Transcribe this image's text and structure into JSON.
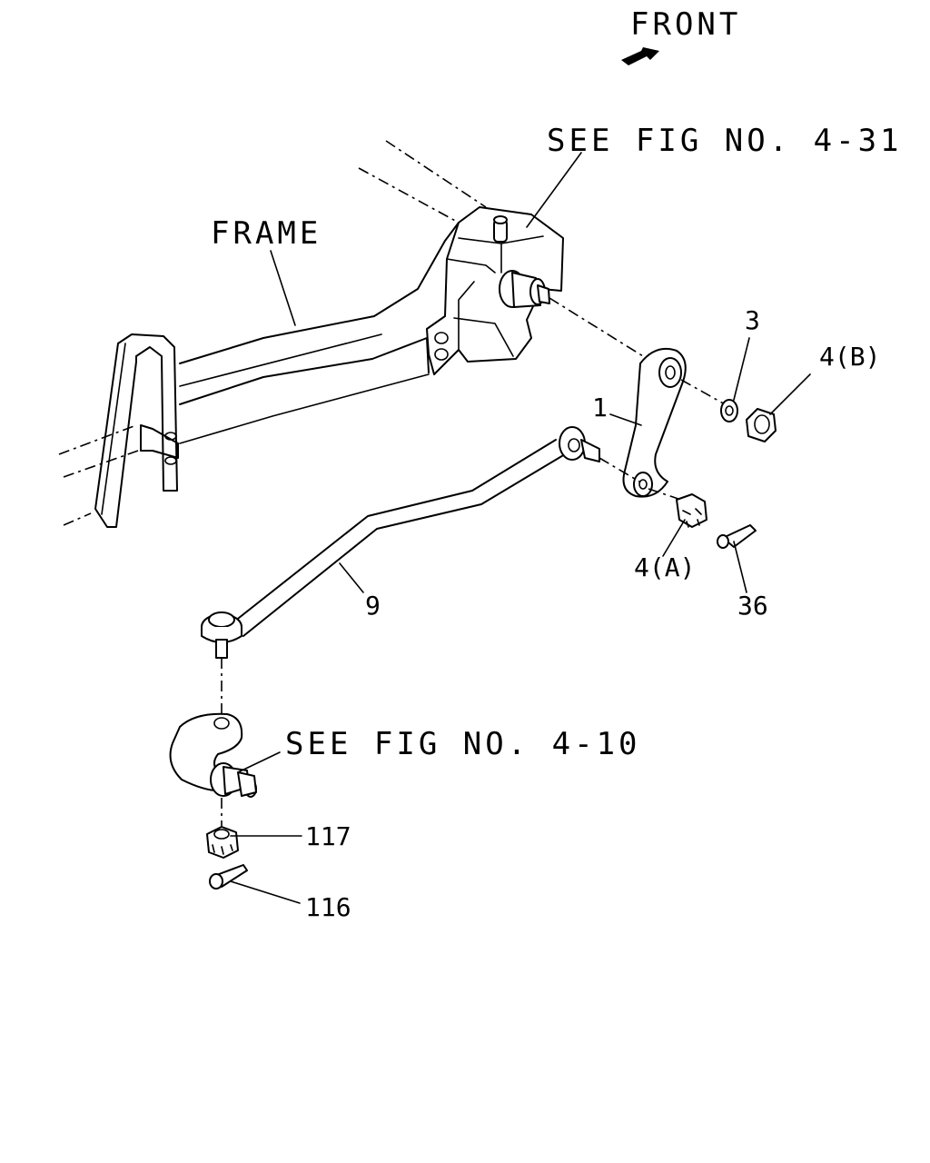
{
  "labels": {
    "front": "FRONT",
    "see_fig_upper": "SEE FIG NO. 4-31",
    "frame": "FRAME",
    "see_fig_lower": "SEE FIG NO. 4-10",
    "part_1": "1",
    "part_3": "3",
    "part_4a": "4(A)",
    "part_4b": "4(B)",
    "part_9": "9",
    "part_36": "36",
    "part_116": "116",
    "part_117": "117"
  },
  "icons": {
    "front_arrow": "front-direction-arrow"
  }
}
